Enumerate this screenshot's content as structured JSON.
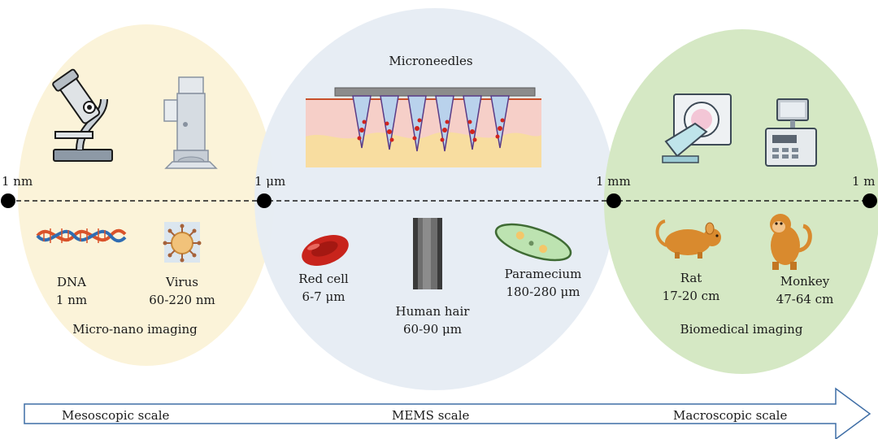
{
  "scale_marks": [
    "1 nm",
    "1 μm",
    "1 mm",
    "1 m"
  ],
  "regions": {
    "micro_nano": {
      "title": "Micro-nano imaging",
      "items": [
        {
          "name": "DNA",
          "size": "1 nm",
          "icon": "dna-helix-icon"
        },
        {
          "name": "Virus",
          "size": "60-220 nm",
          "icon": "virus-icon"
        }
      ],
      "instruments": [
        "microscope-icon",
        "electron-microscope-icon"
      ]
    },
    "mems": {
      "title": "Microneedles",
      "items": [
        {
          "name": "Red cell",
          "size": "6-7 μm",
          "icon": "red-blood-cell-icon"
        },
        {
          "name": "Human hair",
          "size": "60-90 μm",
          "icon": "human-hair-icon"
        },
        {
          "name": "Paramecium",
          "size": "180-280 μm",
          "icon": "paramecium-icon"
        }
      ]
    },
    "biomedical": {
      "title": "Biomedical imaging",
      "items": [
        {
          "name": "Rat",
          "size": "17-20 cm",
          "icon": "rat-icon"
        },
        {
          "name": "Monkey",
          "size": "47-64 cm",
          "icon": "monkey-icon"
        }
      ],
      "instruments": [
        "ct-scanner-icon",
        "imaging-console-icon"
      ]
    }
  },
  "arrow_labels": [
    "Mesoscopic scale",
    "MEMS scale",
    "Macroscopic scale"
  ],
  "colors": {
    "micro_nano_bg": "#fbf3d9",
    "mems_bg": "#e6ecf4",
    "biomedical_bg": "#d5e8c4",
    "arrow_stroke": "#3f6ea6",
    "dna_red": "#d9532b",
    "dna_blue": "#2f6db3",
    "cell_red": "#c8241c",
    "animal_orange": "#d98a2e"
  }
}
